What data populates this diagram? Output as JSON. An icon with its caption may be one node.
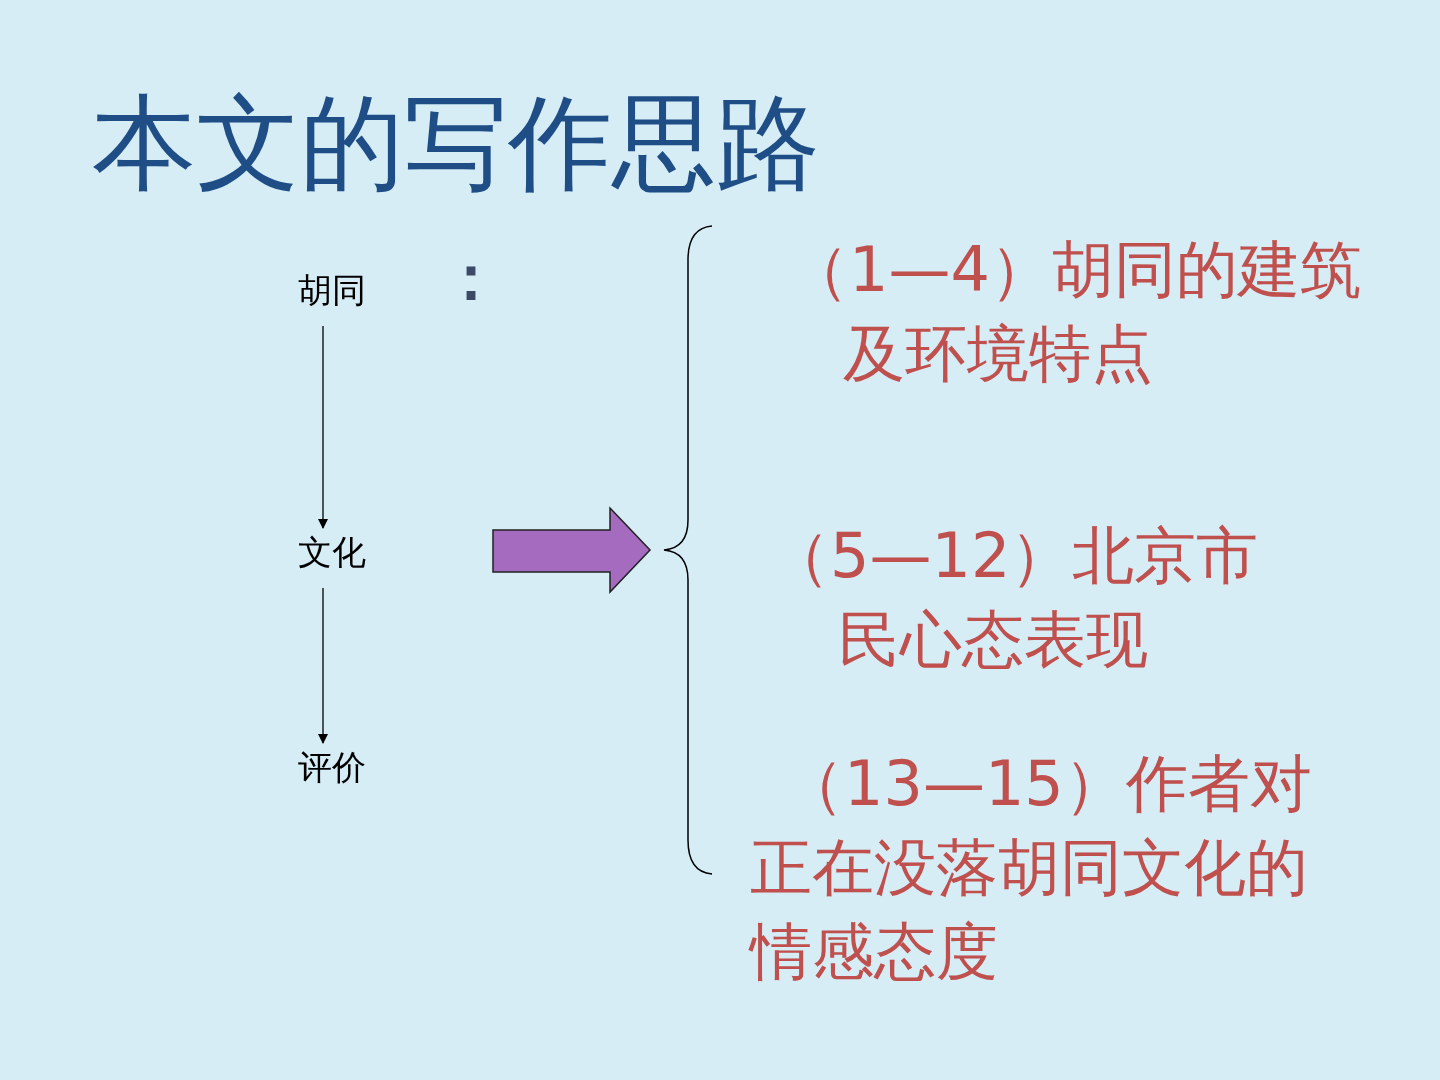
{
  "diagram": {
    "title": "本文的写作思路",
    "nodes": [
      {
        "text": [
          "胡同"
        ]
      },
      {
        "text": [
          "文化"
        ]
      },
      {
        "text": [
          "评价"
        ]
      },
      {
        "text": [],
        "shape": "arrow"
      },
      {
        "text": [
          "（1—4）胡同的建筑及环境特点"
        ]
      },
      {
        "text": [
          "（5—12）北京市民心态表现"
        ]
      },
      {
        "text": [
          "（13—15）作者对正在没落胡同文化的情感态度"
        ]
      }
    ],
    "edges": [
      {
        "from": 0,
        "to": 1,
        "arrow": "to"
      },
      {
        "from": 1,
        "to": 2,
        "arrow": "to"
      }
    ],
    "labels": [
      "："
    ]
  }
}
